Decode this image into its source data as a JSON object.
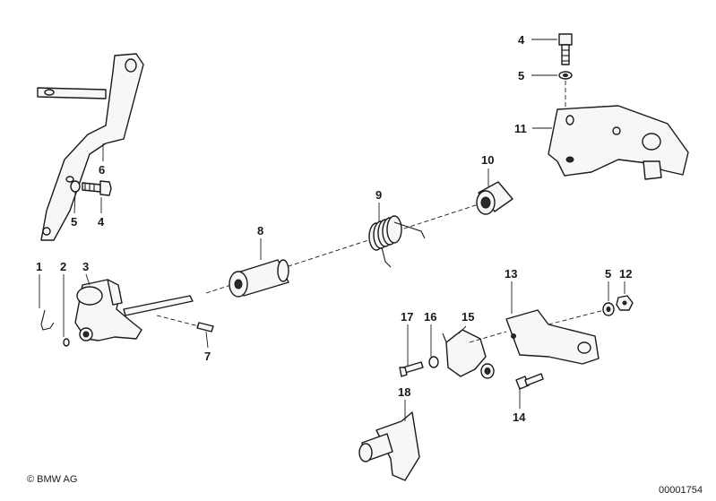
{
  "diagram": {
    "part_numbers": [
      "1",
      "2",
      "3",
      "4",
      "4",
      "5",
      "5",
      "5",
      "6",
      "7",
      "8",
      "9",
      "10",
      "11",
      "12",
      "13",
      "14",
      "15",
      "16",
      "17",
      "18"
    ],
    "labels": {
      "p1": "1",
      "p2": "2",
      "p3": "3",
      "p4a": "4",
      "p4b": "4",
      "p5a": "5",
      "p5b": "5",
      "p5c": "5",
      "p6": "6",
      "p7": "7",
      "p8": "8",
      "p9": "9",
      "p10": "10",
      "p11": "11",
      "p12": "12",
      "p13": "13",
      "p14": "14",
      "p15": "15",
      "p16": "16",
      "p17": "17",
      "p18": "18"
    }
  },
  "footer": {
    "copyright": "© BMW AG",
    "drawing_number": "00001754"
  }
}
